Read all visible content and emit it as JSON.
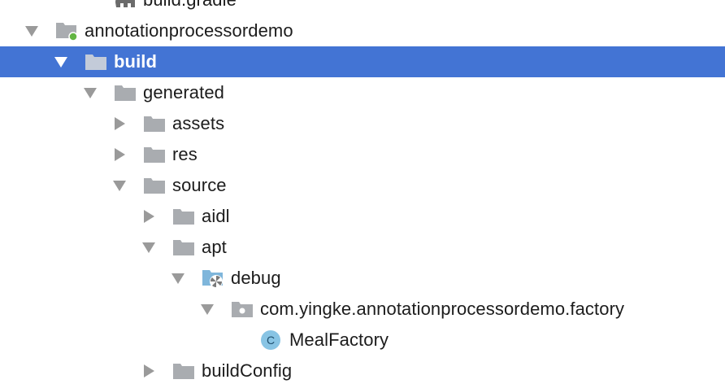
{
  "tree": {
    "items": [
      {
        "label": "build.gradle",
        "depth": 2,
        "arrow": "none",
        "icon": "gradle-elephant-icon"
      },
      {
        "label": "annotationprocessordemo",
        "depth": 0,
        "arrow": "expanded",
        "icon": "module-folder-icon"
      },
      {
        "label": "build",
        "depth": 1,
        "arrow": "expanded",
        "icon": "folder-icon",
        "selected": true
      },
      {
        "label": "generated",
        "depth": 2,
        "arrow": "expanded",
        "icon": "folder-icon"
      },
      {
        "label": "assets",
        "depth": 3,
        "arrow": "collapsed",
        "icon": "folder-icon"
      },
      {
        "label": "res",
        "depth": 3,
        "arrow": "collapsed",
        "icon": "folder-icon"
      },
      {
        "label": "source",
        "depth": 3,
        "arrow": "expanded",
        "icon": "folder-icon"
      },
      {
        "label": "aidl",
        "depth": 4,
        "arrow": "collapsed",
        "icon": "folder-icon"
      },
      {
        "label": "apt",
        "depth": 4,
        "arrow": "expanded",
        "icon": "folder-icon"
      },
      {
        "label": "debug",
        "depth": 5,
        "arrow": "expanded",
        "icon": "generated-source-folder-icon"
      },
      {
        "label": "com.yingke.annotationprocessordemo.factory",
        "depth": 6,
        "arrow": "expanded",
        "icon": "package-icon"
      },
      {
        "label": "MealFactory",
        "depth": 7,
        "arrow": "none",
        "icon": "class-icon"
      },
      {
        "label": "buildConfig",
        "depth": 4,
        "arrow": "collapsed",
        "icon": "folder-icon"
      }
    ]
  },
  "colors": {
    "selection": "#4374d4",
    "folder": "#a9acb0",
    "arrow": "#9a9a9a",
    "class_badge": "#88c4e4",
    "module_dot": "#62b543"
  }
}
